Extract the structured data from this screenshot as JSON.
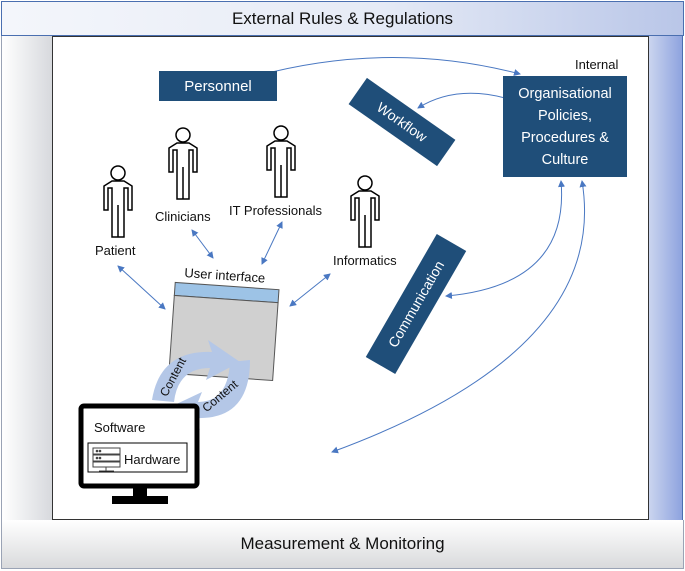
{
  "frame": {
    "top_label": "External Rules & Regulations",
    "bottom_label": "Measurement & Monitoring"
  },
  "boxes": {
    "personnel": "Personnel",
    "workflow": "Workflow",
    "communication": "Communication",
    "organisational": [
      "Organisational",
      "Policies,",
      "Procedures &",
      "Culture"
    ]
  },
  "labels": {
    "internal": "Internal",
    "patient": "Patient",
    "clinicians": "Clinicians",
    "it_professionals": "IT Professionals",
    "informatics": "Informatics",
    "user_interface": "User interface",
    "content_1": "Content",
    "content_2": "Content",
    "software": "Software",
    "hardware": "Hardware"
  },
  "colors": {
    "box_fill": "#1f4e79",
    "arrow": "#4a78c2",
    "ui_header": "#9dc3e6",
    "ui_body": "#d0d0d0",
    "cycle_arrow": "#b4c7e7"
  },
  "icons": [
    "person-icon",
    "monitor-icon",
    "server-icon",
    "cycle-arrows-icon"
  ]
}
